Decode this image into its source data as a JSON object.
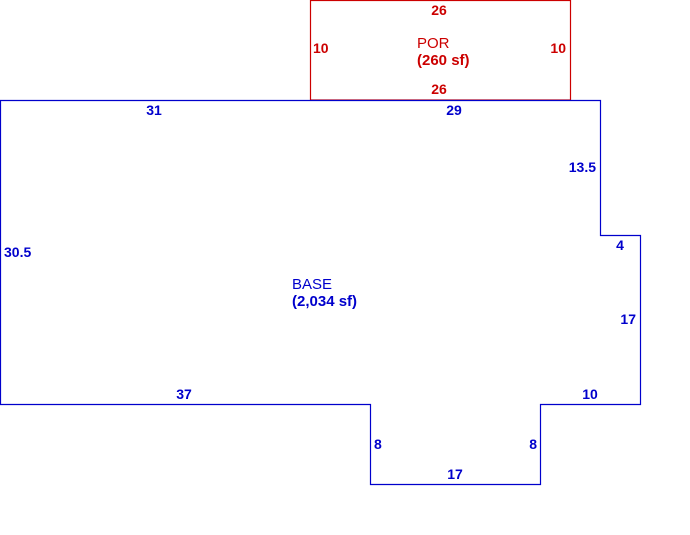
{
  "colors": {
    "base": "#0000cc",
    "porch": "#cc0000",
    "background": "#ffffff"
  },
  "porch": {
    "name": "POR",
    "area": "(260 sf)",
    "dims": {
      "top": "26",
      "bottom": "26",
      "left": "10",
      "right": "10"
    }
  },
  "base": {
    "name": "BASE",
    "area": "(2,034 sf)",
    "dims": {
      "top_left": "31",
      "top_right": "29",
      "right_upper": "13.5",
      "step_out": "4",
      "right_lower": "17",
      "bottom_right": "10",
      "bump_right": "8",
      "bump_bottom": "17",
      "bump_left": "8",
      "bottom_left": "37",
      "left": "30.5"
    }
  }
}
